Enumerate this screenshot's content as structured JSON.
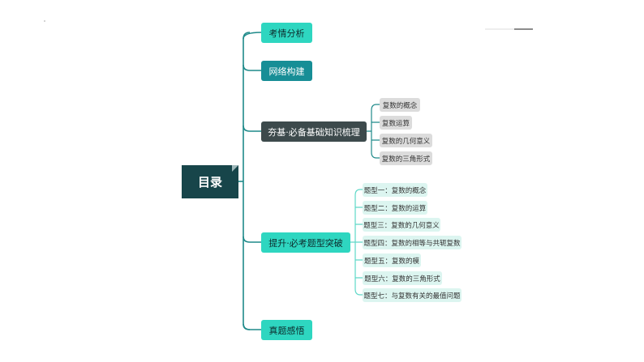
{
  "root": {
    "label": "目录"
  },
  "branches": [
    {
      "label": "考情分析",
      "children": []
    },
    {
      "label": "网络构建",
      "children": []
    },
    {
      "label": "夯基·必备基础知识梳理",
      "children": [
        "复数的概念",
        "复数运算",
        "复数的几何意义",
        "复数的三角形式"
      ]
    },
    {
      "label": "提升·必考题型突破",
      "children": [
        "题型一：复数的概念",
        "题型二：复数的运算",
        "题型三：复数的几何意义",
        "题型四：复数的相等与共轭复数",
        "题型五：复数的模",
        "题型六：复数的三角形式",
        "题型七：与复数有关的最值问题"
      ]
    },
    {
      "label": "真题感悟",
      "children": []
    }
  ],
  "colors": {
    "connector": "#1f8a8a",
    "connector_light": "#5fd8c8",
    "root_bg": "#17454a",
    "teal": "#2ed6c0",
    "dark_teal": "#178e96",
    "slate": "#3d4a4c",
    "grey_chip": "#dcdcdc",
    "mint_chip": "#dcf5f0"
  }
}
